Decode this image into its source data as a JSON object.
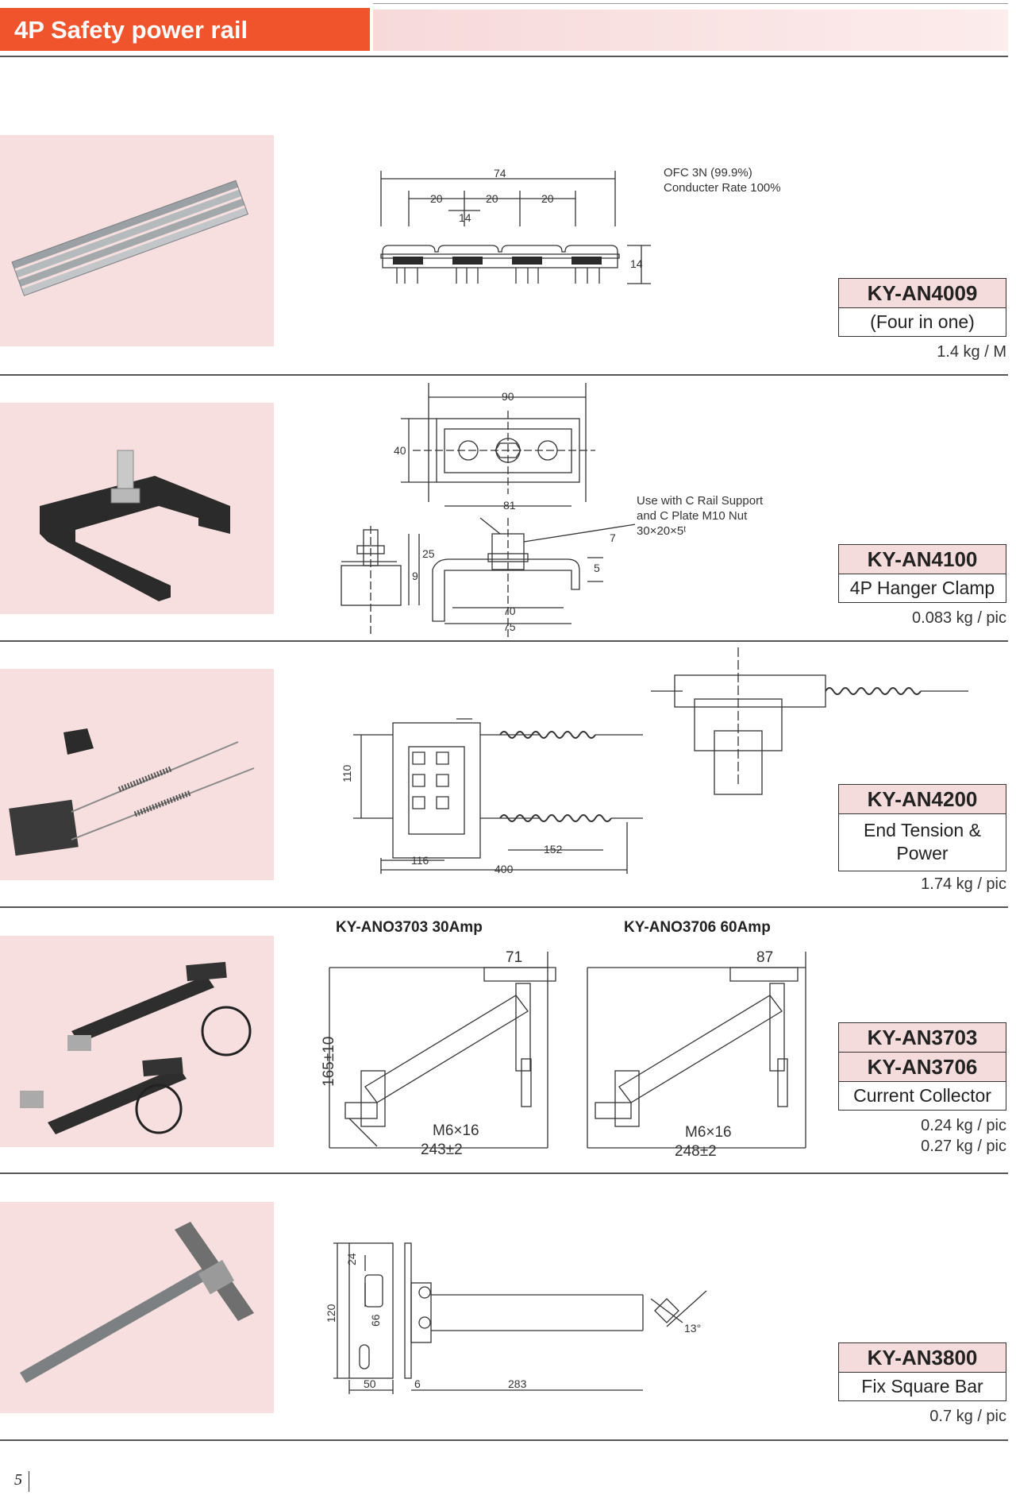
{
  "header": {
    "title": "4P Safety power rail"
  },
  "products": [
    {
      "models": [
        "KY-AN4009"
      ],
      "description": "(Four in one)",
      "weights": [
        "1.4 kg / M"
      ],
      "note": [
        "OFC 3N (99.9%)",
        "Conducter Rate 100%"
      ],
      "dims": [
        "74",
        "20",
        "20",
        "20",
        "14",
        "14"
      ]
    },
    {
      "models": [
        "KY-AN4100"
      ],
      "description": "4P Hanger Clamp",
      "weights": [
        "0.083 kg / pic"
      ],
      "note": [
        "Use with C Rail Support",
        "and C Plate M10 Nut",
        "30×20×5ᵗ"
      ],
      "dims": [
        "90",
        "40",
        "81",
        "25",
        "9",
        "70",
        "75",
        "5",
        "7"
      ]
    },
    {
      "models": [
        "KY-AN4200"
      ],
      "description": "End Tension & Power",
      "weights": [
        "1.74 kg / pic"
      ],
      "dims": [
        "110",
        "116",
        "400",
        "152"
      ]
    },
    {
      "models": [
        "KY-AN3703",
        "KY-AN3706"
      ],
      "description": "Current Collector",
      "weights": [
        "0.24 kg / pic",
        "0.27 kg / pic"
      ],
      "subheads": [
        "KY-ANO3703  30Amp",
        "KY-ANO3706  60Amp"
      ],
      "dims_a": [
        "71",
        "165±10",
        "M6×16",
        "243±2"
      ],
      "dims_b": [
        "87",
        "M6×16",
        "248±2"
      ]
    },
    {
      "models": [
        "KY-AN3800"
      ],
      "description": "Fix Square Bar",
      "weights": [
        "0.7 kg / pic"
      ],
      "dims": [
        "120",
        "24",
        "66",
        "50",
        "6",
        "283",
        "13°"
      ]
    }
  ],
  "page_number": "5"
}
